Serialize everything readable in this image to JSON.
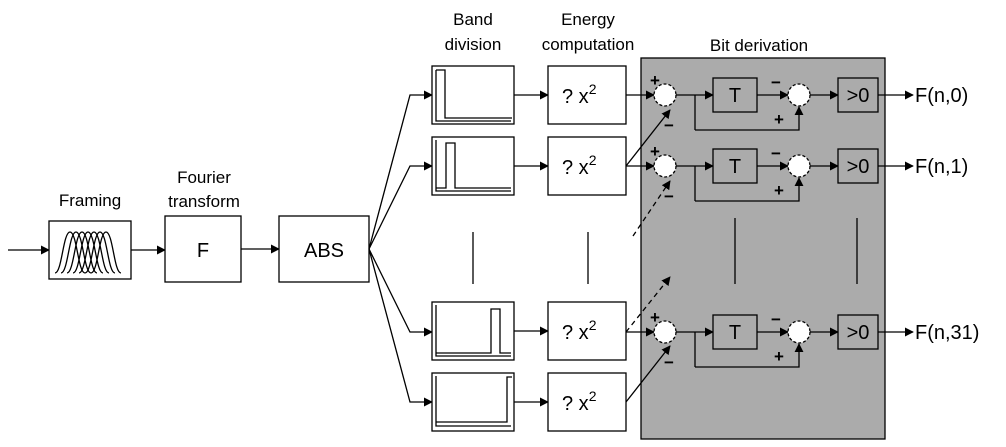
{
  "labels": {
    "framing": "Framing",
    "fourier_line1": "Fourier",
    "fourier_line2": "transform",
    "band_line1": "Band",
    "band_line2": "division",
    "energy_line1": "Energy",
    "energy_line2": "computation",
    "bit_derivation": "Bit derivation"
  },
  "blocks": {
    "fourier": "F",
    "abs": "ABS",
    "energy": "? x",
    "energy_exponent": "2",
    "delay": "T",
    "threshold": ">0"
  },
  "signs": {
    "plus": "+",
    "minus": "−"
  },
  "outputs": [
    "F(n,0)",
    "F(n,1)",
    "F(n,31)"
  ]
}
